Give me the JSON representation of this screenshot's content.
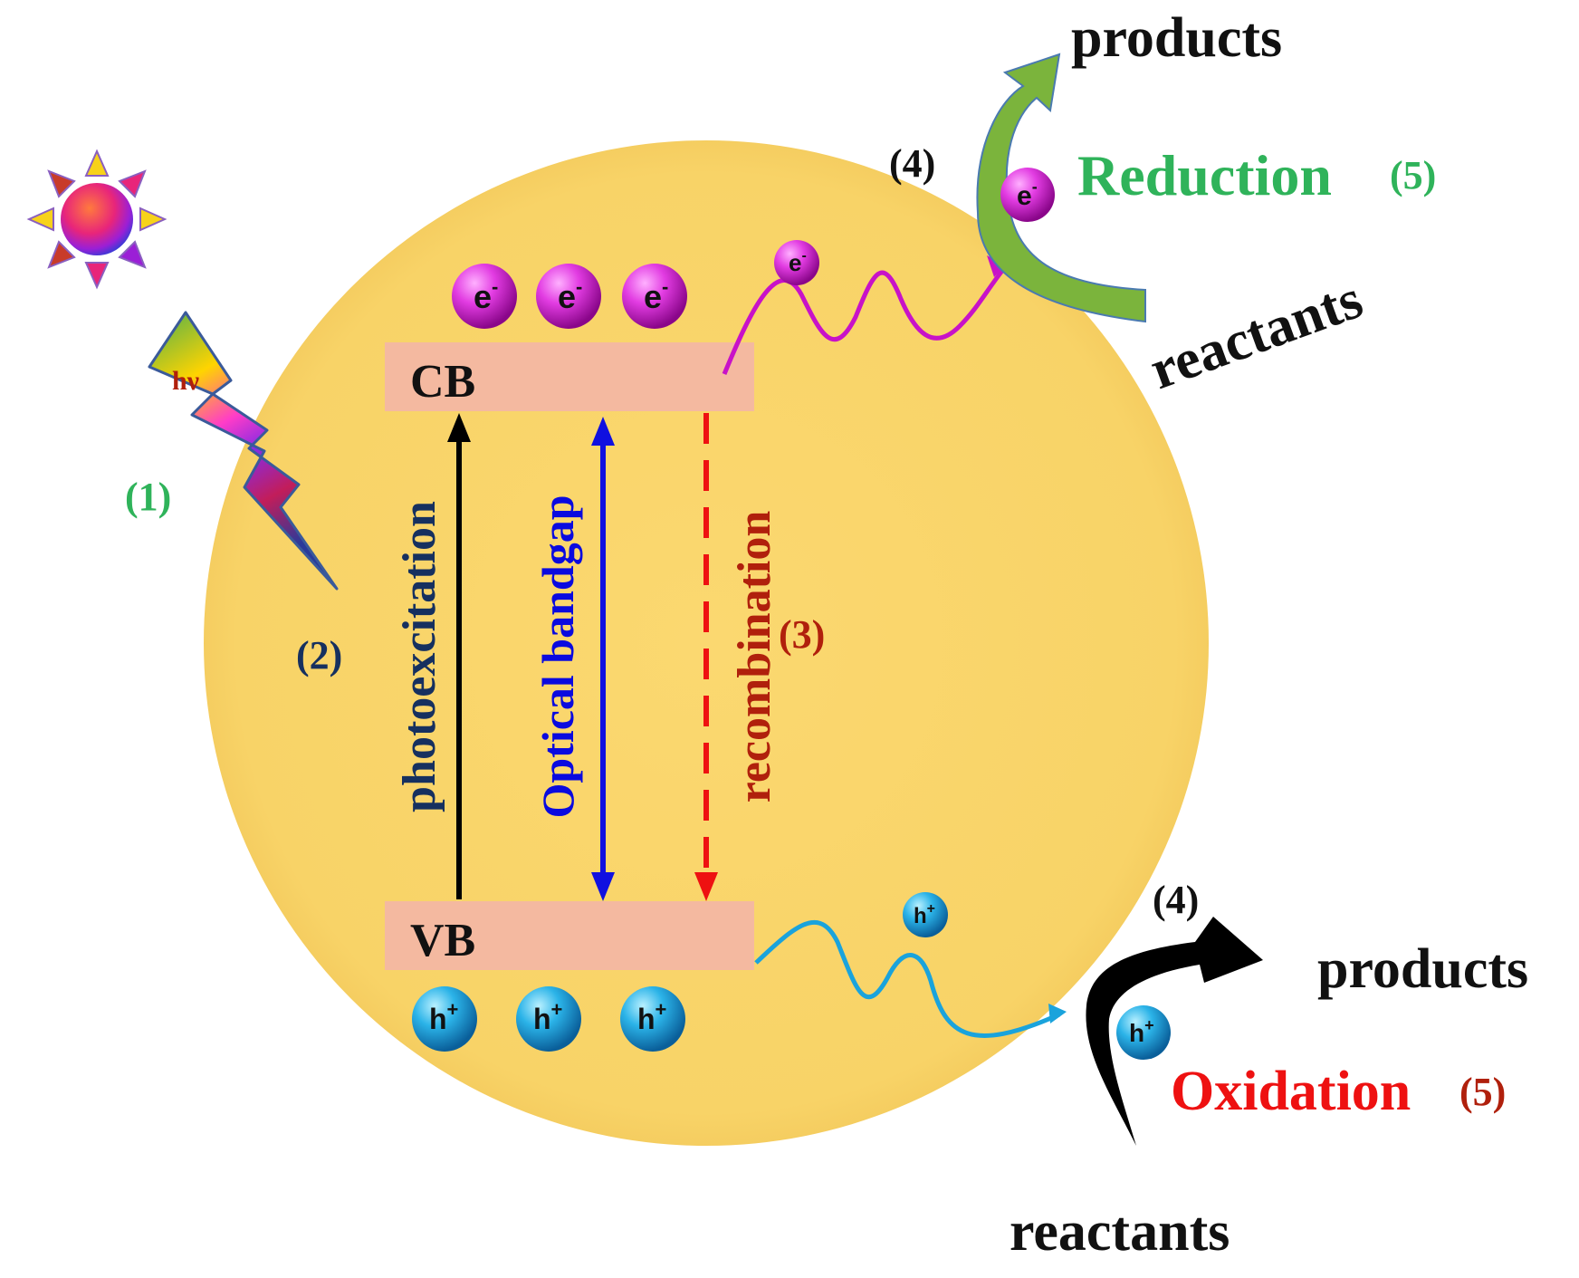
{
  "labels": {
    "hv": "hν",
    "step1": "(1)",
    "step2": "(2)",
    "step3": "(3)",
    "step4_top": "(4)",
    "step4_bottom": "(4)",
    "step5_top": "(5)",
    "step5_bottom": "(5)",
    "cb": "CB",
    "vb": "VB",
    "photoexcitation": "photoexcitation",
    "optical_bandgap": "Optical bandgap",
    "recombination": "recombination",
    "reduction": "Reduction",
    "oxidation": "Oxidation",
    "products_top": "products",
    "reactants_top": "reactants",
    "products_bottom": "products",
    "reactants_bottom": "reactants"
  },
  "particles": {
    "electron": "e",
    "electron_charge": "-",
    "hole": "h",
    "hole_charge": "+"
  },
  "colors": {
    "particle_sphere": "#f6d36a",
    "band": "#f4b9a0",
    "electron": "#c812c8",
    "hole": "#1aa3dc",
    "photoexcitation_arrow": "#000000",
    "bandgap_arrow": "#1010e0",
    "recombination_arrow": "#ee1111",
    "reduction_arrow": "#7bb43c",
    "oxidation_arrow": "#000000"
  },
  "icons": [
    "sun-icon",
    "lightning-bolt-icon"
  ]
}
